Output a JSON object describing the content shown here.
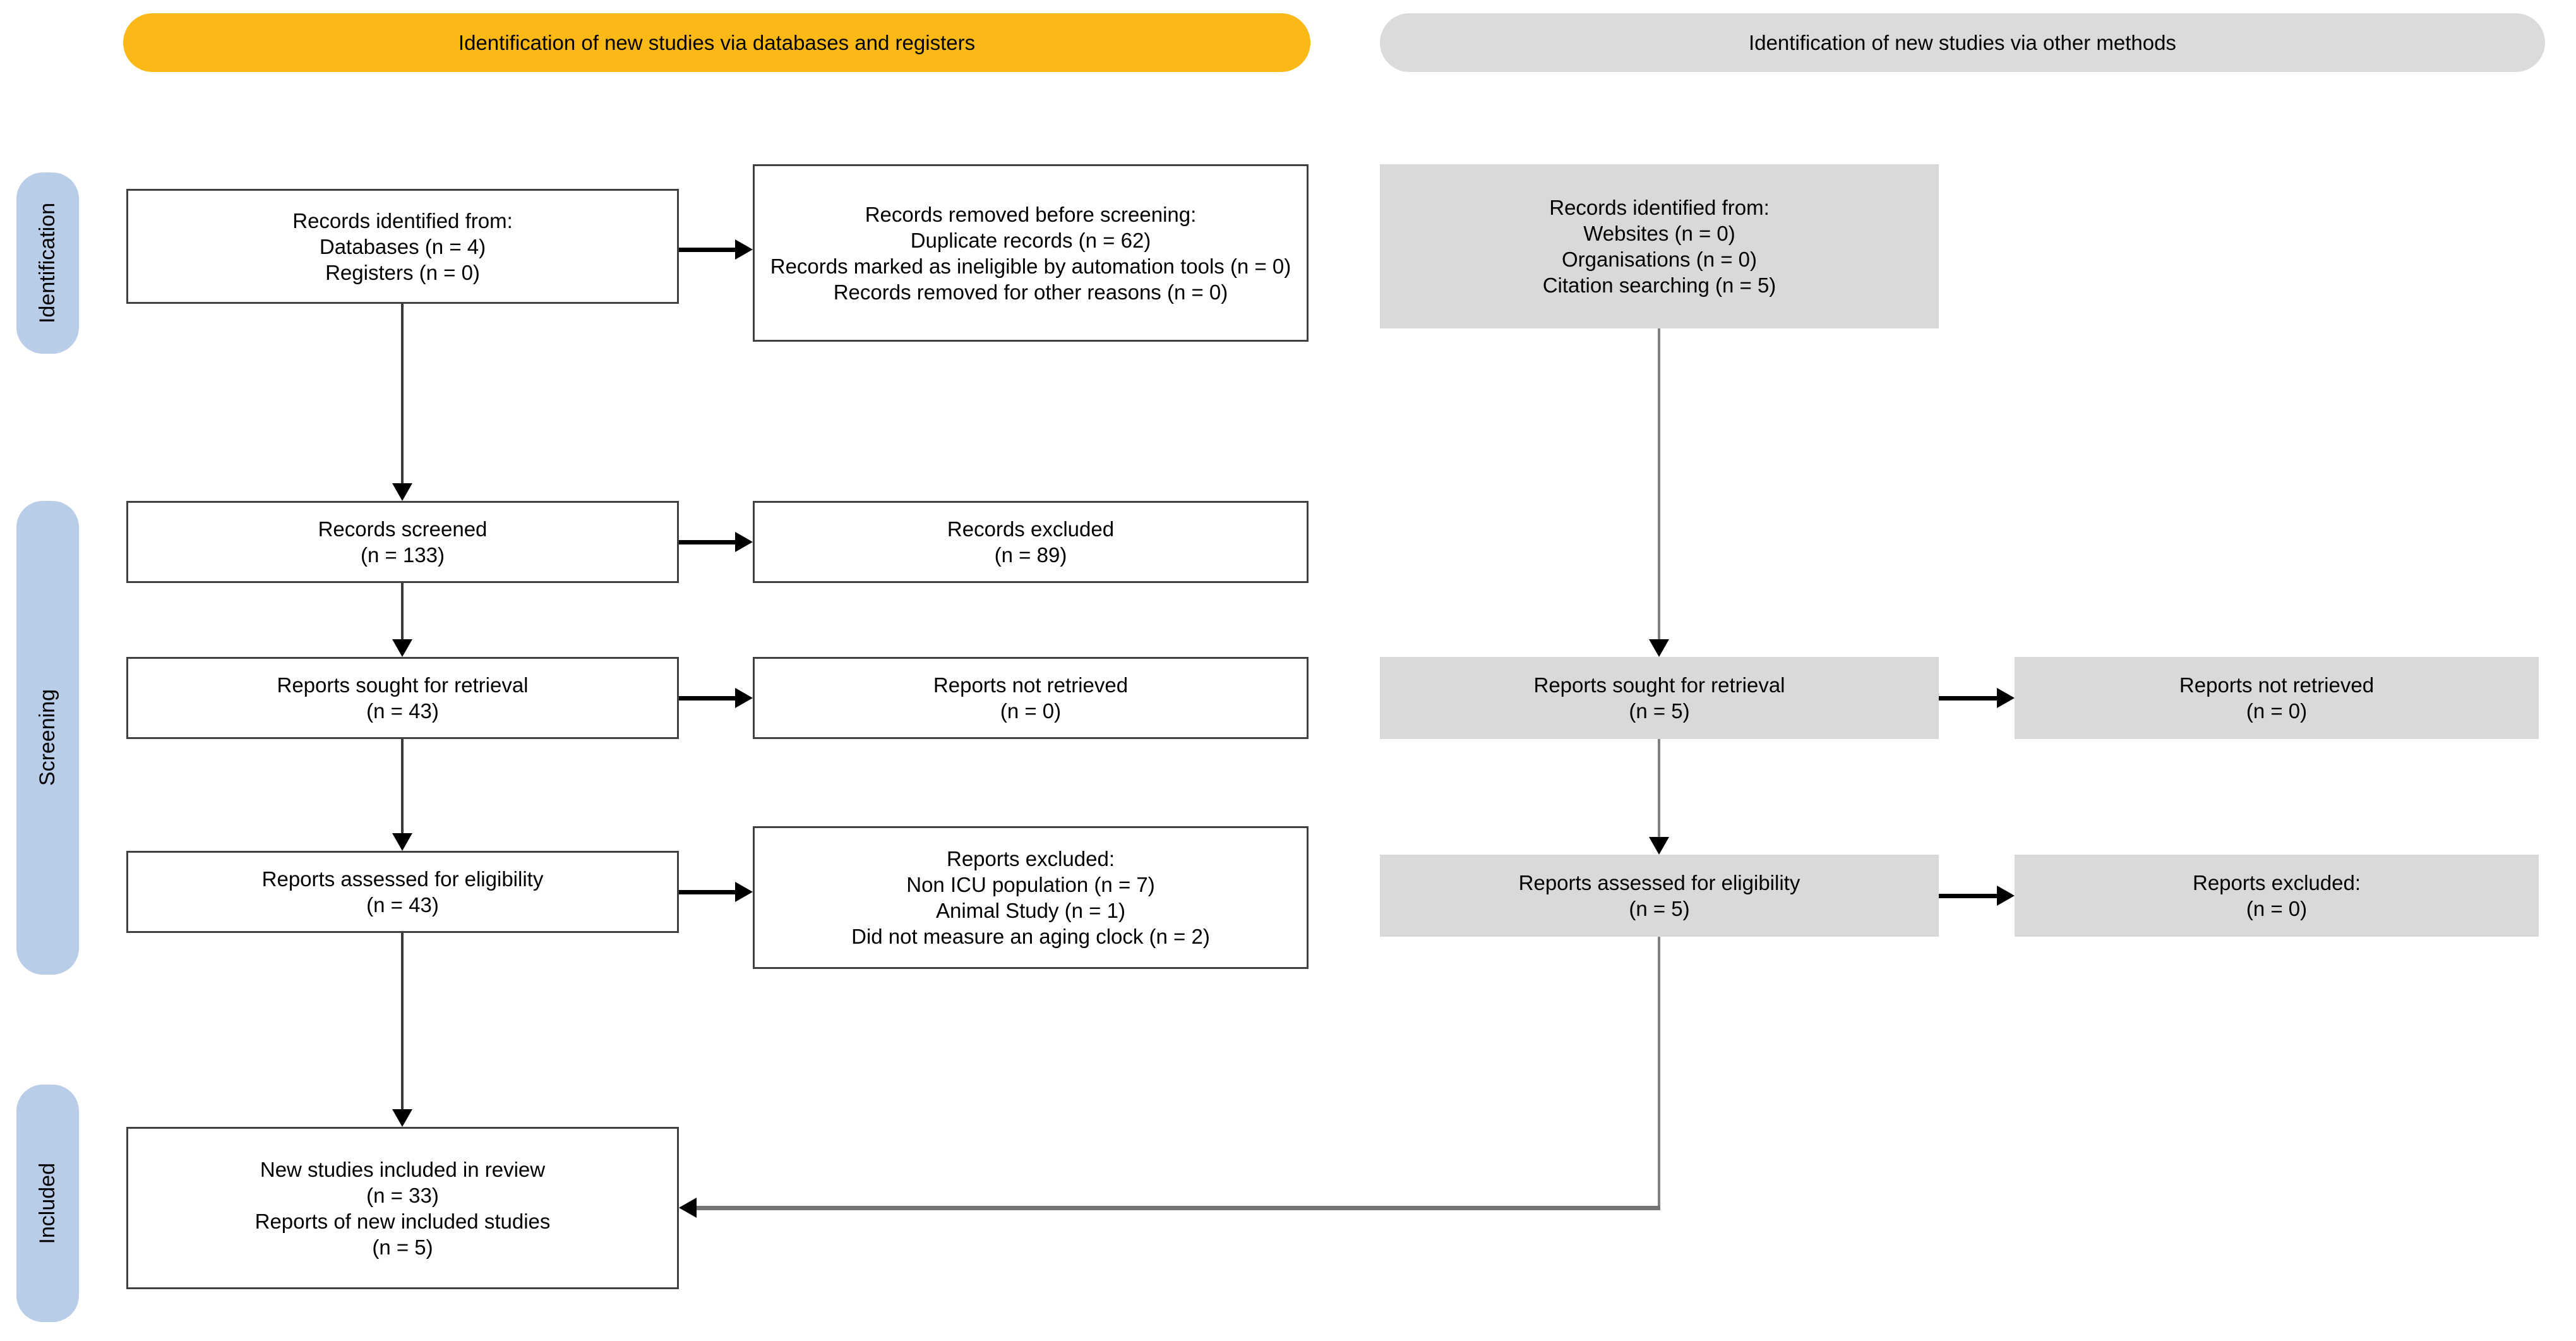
{
  "banners": {
    "databases": "Identification of new studies via databases and registers",
    "other_methods": "Identification of new studies via other methods"
  },
  "stage_labels": {
    "identification": "Identification",
    "screening": "Screening",
    "included": "Included"
  },
  "colors": {
    "banner_yellow": "#FBB917",
    "banner_gray": "#DBDBDB",
    "stage_blue": "#B9CDE9",
    "box_gray": "#D9D9D9",
    "box_border": "#404040",
    "arrow_black": "#000000",
    "connector_gray": "#808080"
  },
  "boxes": {
    "records_identified_databases": {
      "lines": [
        "Records identified from:",
        "Databases (n = 4)",
        "Registers (n = 0)"
      ]
    },
    "records_removed_before_screening": {
      "lines": [
        "Records removed before screening:",
        "Duplicate records (n = 62)",
        "Records marked as ineligible by automation tools (n = 0)",
        "Records removed for other reasons (n = 0)"
      ]
    },
    "records_identified_other": {
      "lines": [
        "Records identified from:",
        "Websites (n = 0)",
        "Organisations (n = 0)",
        "Citation searching (n = 5)"
      ]
    },
    "records_screened": {
      "lines": [
        "Records screened",
        "(n = 133)"
      ]
    },
    "records_excluded": {
      "lines": [
        "Records excluded",
        "(n = 89)"
      ]
    },
    "reports_sought_databases": {
      "lines": [
        "Reports sought for retrieval",
        "(n = 43)"
      ]
    },
    "reports_not_retrieved_databases": {
      "lines": [
        "Reports not retrieved",
        "(n = 0)"
      ]
    },
    "reports_sought_other": {
      "lines": [
        "Reports sought for retrieval",
        "(n = 5)"
      ]
    },
    "reports_not_retrieved_other": {
      "lines": [
        "Reports not retrieved",
        "(n = 0)"
      ]
    },
    "reports_assessed_databases": {
      "lines": [
        "Reports assessed for eligibility",
        "(n = 43)"
      ]
    },
    "reports_excluded_databases": {
      "lines": [
        "Reports excluded:",
        "Non ICU population (n = 7)",
        "Animal Study (n = 1)",
        "Did not measure an aging clock (n = 2)"
      ]
    },
    "reports_assessed_other": {
      "lines": [
        "Reports assessed for eligibility",
        "(n = 5)"
      ]
    },
    "reports_excluded_other": {
      "lines": [
        "Reports excluded:",
        "(n = 0)"
      ]
    },
    "new_studies_included": {
      "lines": [
        "New studies included in review",
        "(n = 33)",
        "Reports of new included studies",
        "(n = 5)"
      ]
    }
  }
}
